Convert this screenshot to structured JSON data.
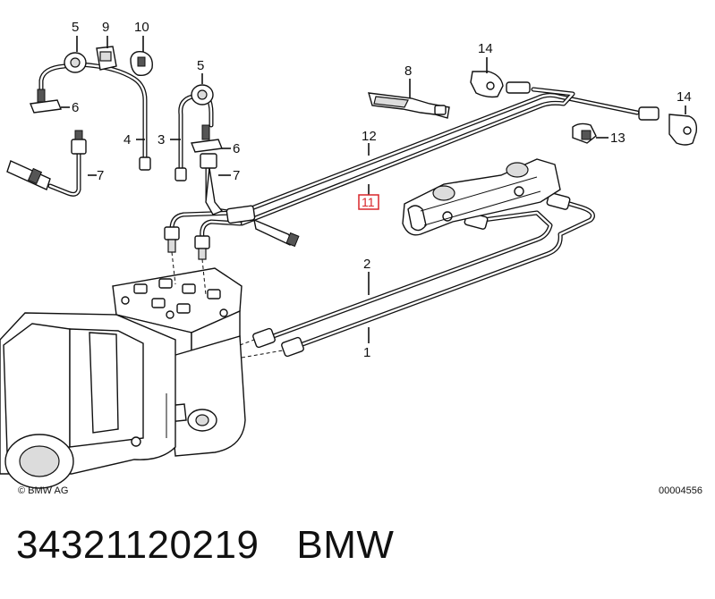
{
  "diagram": {
    "callouts": [
      {
        "id": "c1",
        "label": "1"
      },
      {
        "id": "c2",
        "label": "2"
      },
      {
        "id": "c3",
        "label": "3"
      },
      {
        "id": "c4",
        "label": "4"
      },
      {
        "id": "c5a",
        "label": "5"
      },
      {
        "id": "c5b",
        "label": "5"
      },
      {
        "id": "c6a",
        "label": "6"
      },
      {
        "id": "c6b",
        "label": "6"
      },
      {
        "id": "c7a",
        "label": "7"
      },
      {
        "id": "c7b",
        "label": "7"
      },
      {
        "id": "c8",
        "label": "8"
      },
      {
        "id": "c9",
        "label": "9"
      },
      {
        "id": "c10",
        "label": "10"
      },
      {
        "id": "c11",
        "label": "11",
        "highlighted": true
      },
      {
        "id": "c12",
        "label": "12"
      },
      {
        "id": "c13",
        "label": "13"
      },
      {
        "id": "c14a",
        "label": "14"
      },
      {
        "id": "c14b",
        "label": "14"
      }
    ],
    "copyright": "© BMW AG",
    "image_number": "00004556",
    "highlight_color": "#d8262a"
  },
  "caption": {
    "part_number": "34321120219",
    "brand": "BMW"
  }
}
